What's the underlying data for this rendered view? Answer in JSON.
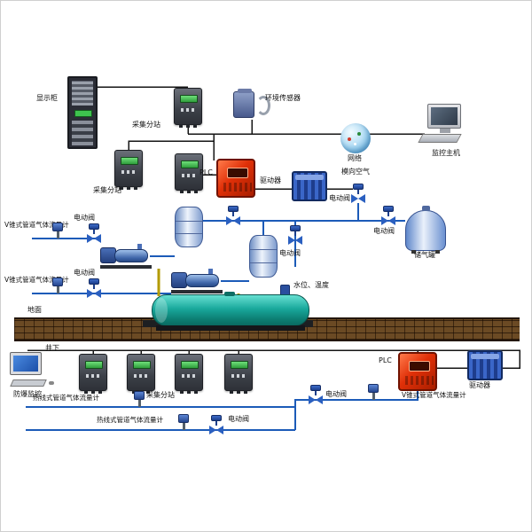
{
  "diagram": {
    "ground": {
      "display_cabinet": "显示柜",
      "substation_1": "采集分站",
      "env_sensor": "环境传感器",
      "network": "网络",
      "monitor_host": "监控主机",
      "substation_2": "采集分站",
      "plc": "PLC",
      "driver": "驱动器",
      "lateral_air": "模向空气",
      "valve_air": "电动阀",
      "valve_tank": "电动阀",
      "gas_tank": "储气罐",
      "vcone_flowmeter_1": "V锥式管道气体流量计",
      "valve_pipe_1": "电动阀",
      "vcone_flowmeter_2": "V锥式管道气体流量计",
      "valve_pipe_2": "电动阀",
      "valve_mid": "电动阀",
      "water_level_temp": "水位、温度",
      "surface_label": "地面"
    },
    "underground": {
      "section_label": "井下",
      "monitor": "防爆监控",
      "hotwire_flowmeter_1": "热线式管道气体流量计",
      "substation": "采集分站",
      "hotwire_flowmeter_2": "热线式管道气体流量计",
      "valve_1": "电动阀",
      "valve_2": "电动阀",
      "plc": "PLC",
      "vcone_flowmeter": "V锥式管道气体流量计",
      "driver": "驱动器"
    },
    "colors": {
      "pipe_line": "#1c5bb8",
      "comm_line": "#151515",
      "yellow_pipe": "#b39b00",
      "water_tank_teal": "#17a399",
      "enclosure_red": "#d42300",
      "driver_blue": "#24489a",
      "screen_green": "#3ec24e",
      "brick_brown": "#6b4a24"
    }
  }
}
